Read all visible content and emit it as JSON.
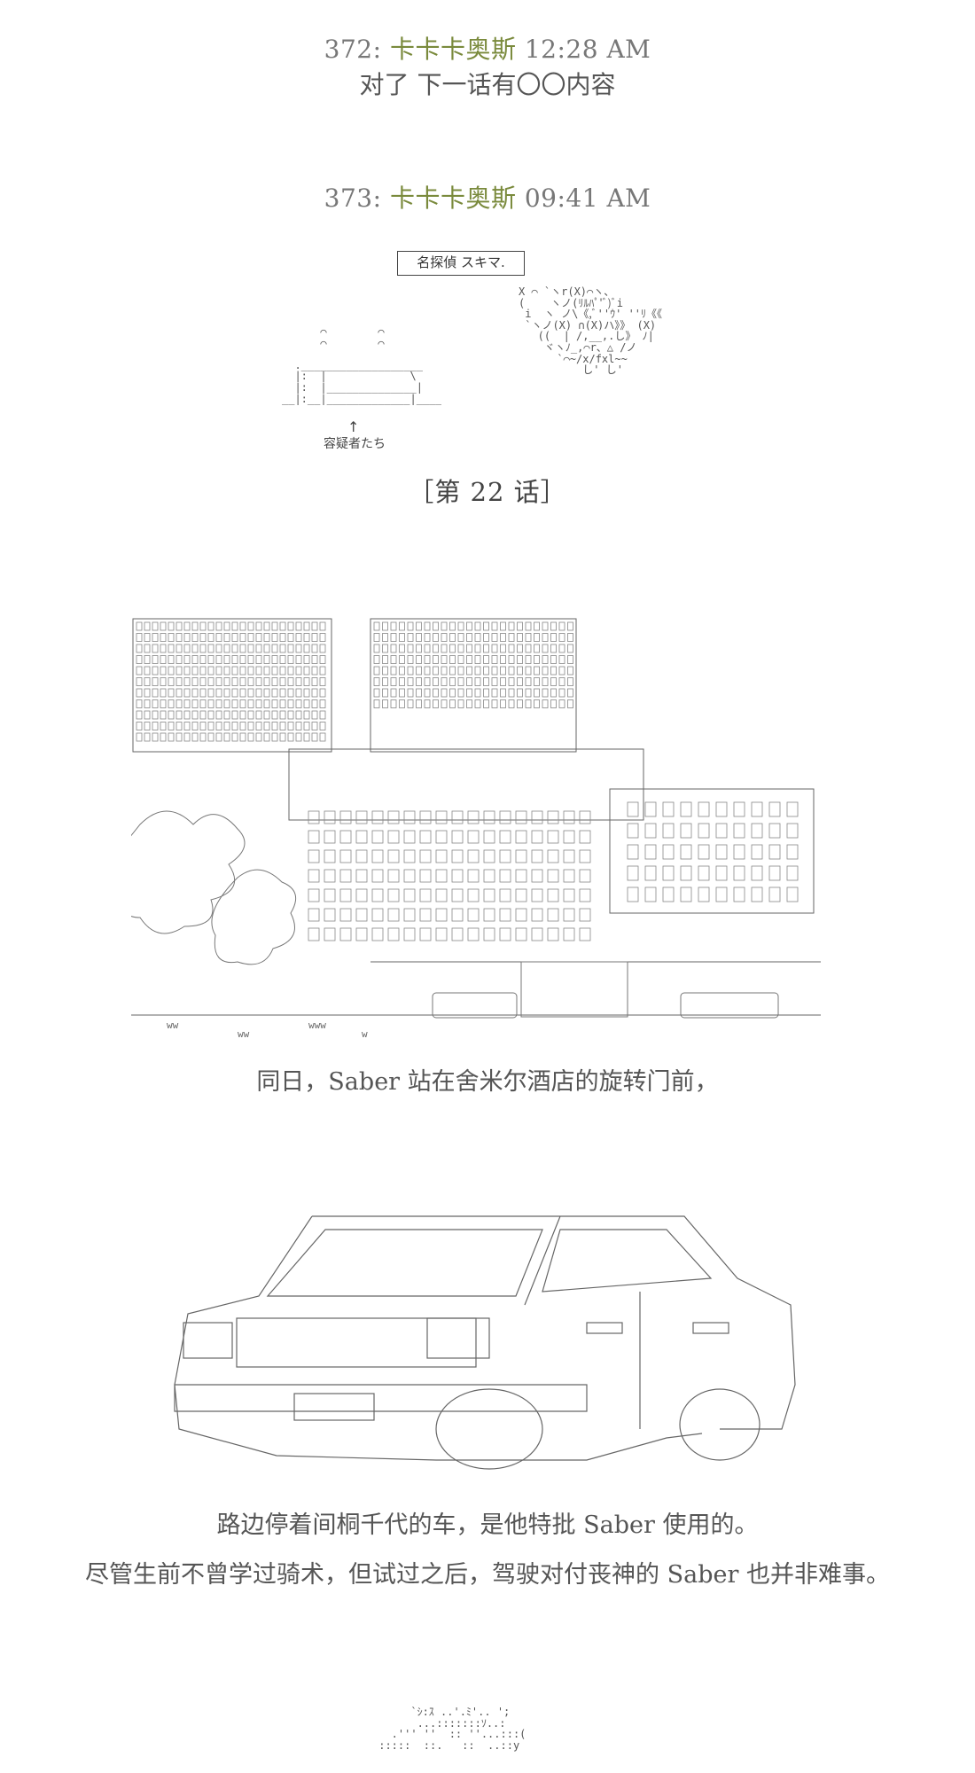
{
  "posts": [
    {
      "number": "372",
      "colon": ":",
      "name": "卡卡卡奥斯",
      "time": "12:28 AM",
      "lines": [
        "对了 下一话有〇〇内容"
      ]
    },
    {
      "number": "373",
      "colon": ":",
      "name": "卡卡卡奥斯",
      "time": "09:41 AM"
    }
  ],
  "scene1": {
    "sign": "名探偵 スキマ.",
    "suspect_label": "容疑者たち",
    "arrow": "↑",
    "chapter": "［第 22 话］"
  },
  "caption1": "同日，Saber 站在舍米尔酒店的旋转门前，",
  "caption2": "路边停着间桐千代的车，是他特批 Saber 使用的。",
  "caption3": "尽管生前不曾学过骑术，但试过之后，驾驶对付丧神的 Saber 也并非难事。",
  "aa": {
    "yukkuri": "X ⌒ `ヽr(X)⌒ヽ、\n(    ヽノ(ﾘﾙﾊﾟ'ﾞ)ﾞi\n i  ヽ ノ\\《,ﾞ''ｳ' ''ﾘ《《\n `ヽノ(X) ∩(X)ハ》》 (X)\n   ((  | /,__,.し》 ﾉ|\n    ヾヽﾉ_,⌒r、△ /ノ\n      `⌒~/x/fxl~~\n          し' し'",
    "suspects": "      ⌒        ⌒\n      ⌒        ⌒\n\n  .___________________\n  |:  |             \\\n  |:  |______________|\n__|:__|_____________|____ .",
    "bottom": "      `ｼ:ｽ ..'.ﾐ'.. ';\n       ...:::::::ｿ..:\n   .''' ''  :: ''...:::(\n :::::  ::.   ::  ..::y"
  }
}
